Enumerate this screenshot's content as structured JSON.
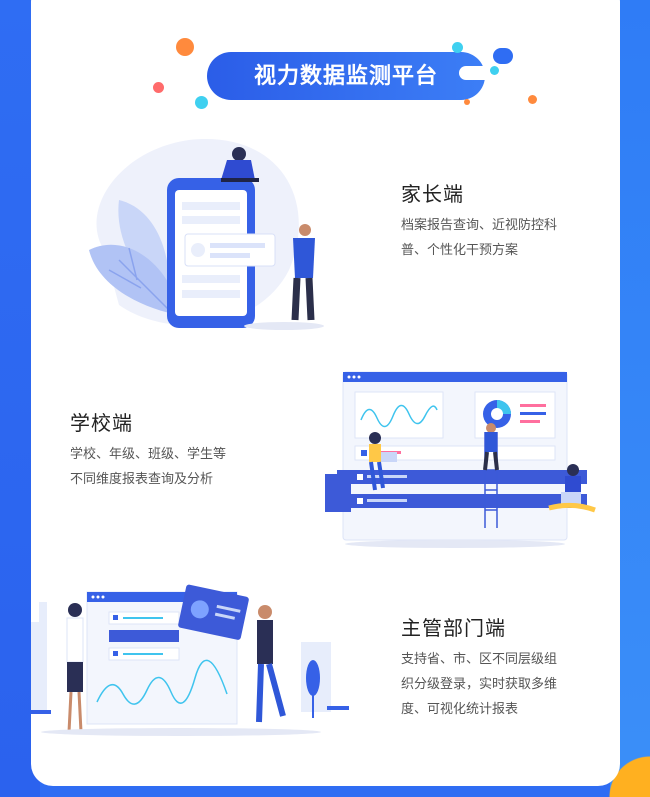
{
  "header": {
    "title": "视力数据监测平台"
  },
  "sections": [
    {
      "title": "家长端",
      "desc_lines": [
        "档案报告查询、近视防控科",
        "普、个性化干预方案"
      ]
    },
    {
      "title": "学校端",
      "desc_lines": [
        "学校、年级、班级、学生等",
        "不同维度报表查询及分析"
      ]
    },
    {
      "title": "主管部门端",
      "desc_lines": [
        "支持省、市、区不同层级组",
        "织分级登录，实时获取多维",
        "度、可视化统计报表"
      ]
    }
  ],
  "colors": {
    "primary": "#2f6df3",
    "accent_orange": "#ff8a3d",
    "accent_cyan": "#3fd0f0",
    "accent_yellow": "#ffb020"
  }
}
